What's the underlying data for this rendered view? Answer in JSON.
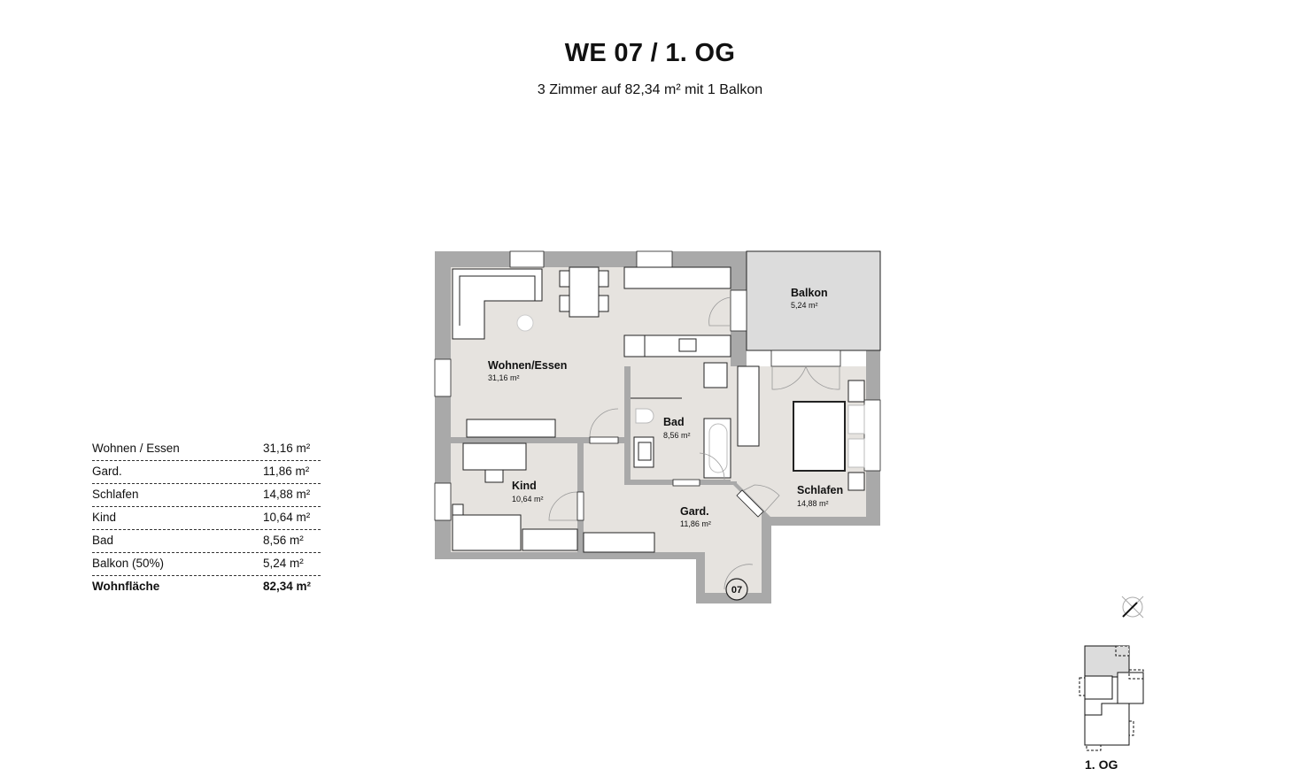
{
  "header": {
    "title": "WE 07 / 1. OG",
    "subtitle": "3 Zimmer auf 82,34 m² mit 1 Balkon"
  },
  "area_table": {
    "rows": [
      {
        "room": "Wohnen / Essen",
        "area": "31,16 m²"
      },
      {
        "room": "Gard.",
        "area": "11,86 m²"
      },
      {
        "room": "Schlafen",
        "area": "14,88 m²"
      },
      {
        "room": "Kind",
        "area": "10,64 m²"
      },
      {
        "room": "Bad",
        "area": "8,56 m²"
      },
      {
        "room": "Balkon (50%)",
        "area": "5,24 m²"
      }
    ],
    "total": {
      "label": "Wohnfläche",
      "area": "82,34 m²"
    }
  },
  "floorplan": {
    "rooms": [
      {
        "name": "Wohnen/Essen",
        "area": "31,16 m²"
      },
      {
        "name": "Balkon",
        "area": "5,24 m²"
      },
      {
        "name": "Bad",
        "area": "8,56 m²"
      },
      {
        "name": "Kind",
        "area": "10,64 m²"
      },
      {
        "name": "Schlafen",
        "area": "14,88 m²"
      },
      {
        "name": "Gard.",
        "area": "11,86 m²"
      }
    ],
    "unit_badge": "07",
    "colors": {
      "floor": "#e6e3df",
      "wall": "#a9a9a9",
      "balcony": "#dcdcdc",
      "furniture": "#ffffff"
    }
  },
  "keyplan": {
    "label": "1. OG",
    "compass_icon": "north-arrow-compass"
  }
}
